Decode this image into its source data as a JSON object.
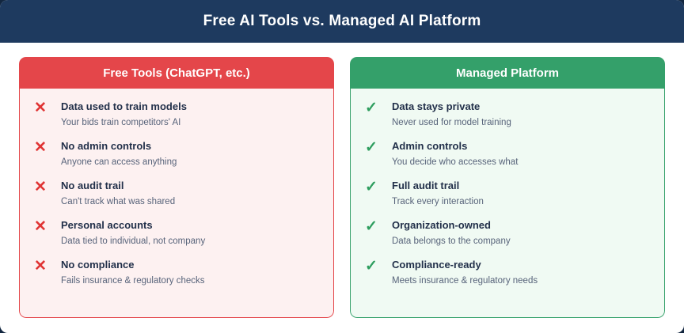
{
  "banner": {
    "title": "Free AI Tools vs. Managed AI Platform",
    "background_color": "#1e3a5f",
    "text_color": "#ffffff"
  },
  "columns": [
    {
      "id": "free-tools",
      "header": "Free Tools (ChatGPT, etc.)",
      "header_color": "#e4464a",
      "body_color": "#fdf1f1",
      "icon": "x-icon",
      "icon_glyph": "✕",
      "icon_color": "#e03434",
      "items": [
        {
          "title": "Data used to train models",
          "subtitle": "Your bids train competitors' AI"
        },
        {
          "title": "No admin controls",
          "subtitle": "Anyone can access anything"
        },
        {
          "title": "No audit trail",
          "subtitle": "Can't track what was shared"
        },
        {
          "title": "Personal accounts",
          "subtitle": "Data tied to individual, not company"
        },
        {
          "title": "No compliance",
          "subtitle": "Fails insurance & regulatory checks"
        }
      ]
    },
    {
      "id": "managed-platform",
      "header": "Managed Platform",
      "header_color": "#34a06a",
      "body_color": "#f0faf3",
      "icon": "check-icon",
      "icon_glyph": "✓",
      "icon_color": "#2f9e5f",
      "items": [
        {
          "title": "Data stays private",
          "subtitle": "Never used for model training"
        },
        {
          "title": "Admin controls",
          "subtitle": "You decide who accesses what"
        },
        {
          "title": "Full audit trail",
          "subtitle": "Track every interaction"
        },
        {
          "title": "Organization-owned",
          "subtitle": "Data belongs to the company"
        },
        {
          "title": "Compliance-ready",
          "subtitle": "Meets insurance & regulatory needs"
        }
      ]
    }
  ]
}
